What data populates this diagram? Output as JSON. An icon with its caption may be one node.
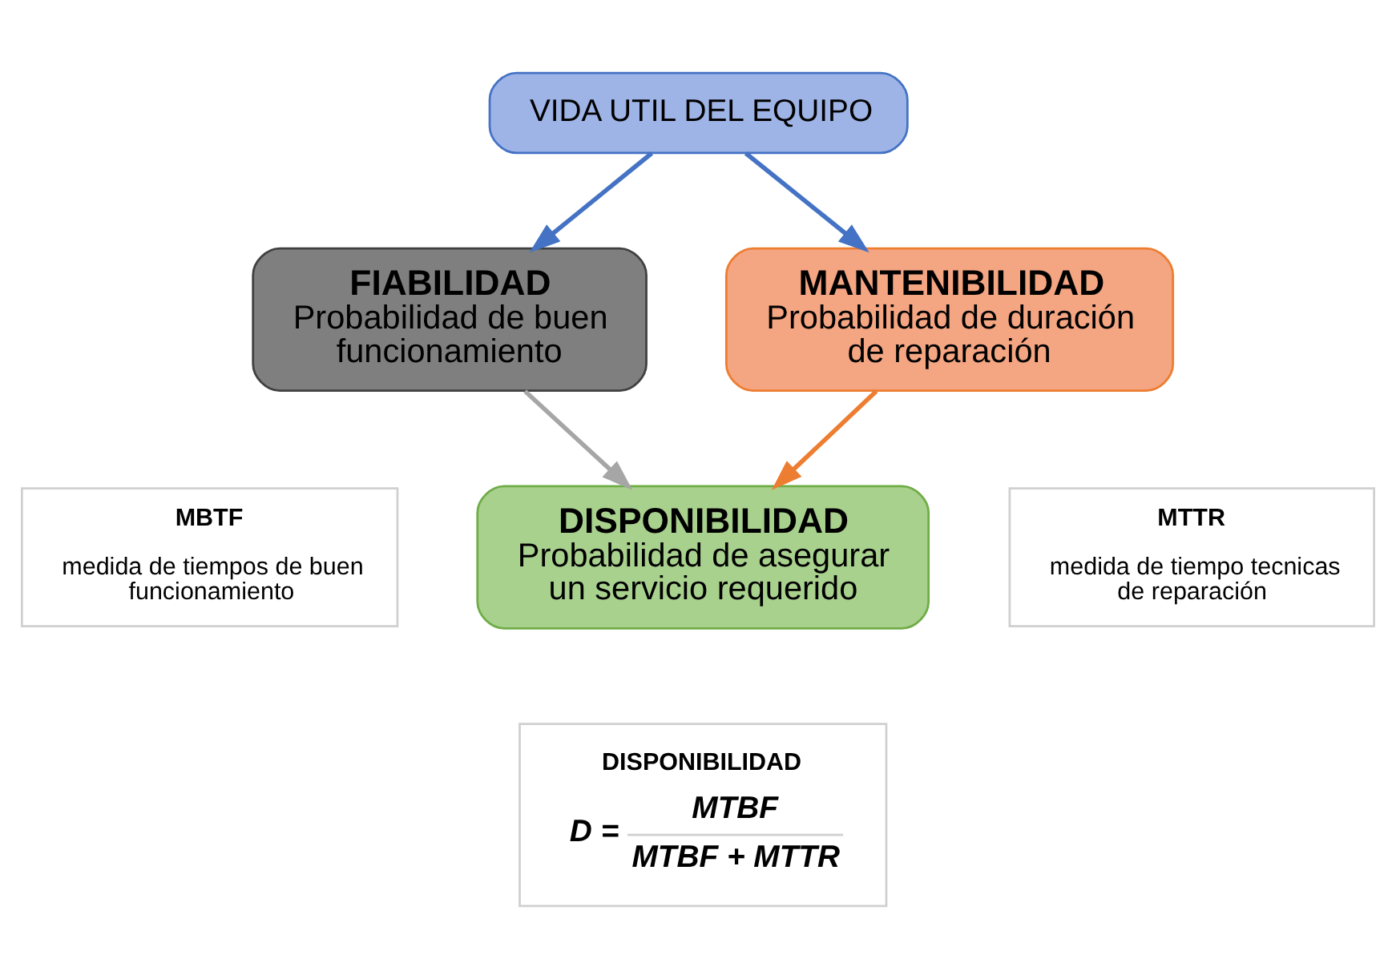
{
  "diagram": {
    "nodes": [
      {
        "text": [
          "VIDA UTIL DEL EQUIPO"
        ]
      },
      {
        "text": [
          "FIABILIDAD",
          "Probabilidad de buen funcionamiento"
        ]
      },
      {
        "text": [
          "MANTENIBILIDAD",
          "Probabilidad de duración de reparación"
        ]
      },
      {
        "text": [
          "MBTF",
          "medida de tiempos de buen funcionamiento"
        ]
      },
      {
        "text": [
          "DISPONIBILIDAD",
          "Probabilidad de asegurar un servicio requerido"
        ]
      },
      {
        "text": [
          "MTTR",
          "medida de tiempo tecnicas de reparación"
        ]
      },
      {
        "text": [
          "DISPONIBILIDAD",
          "D =",
          "MTBF",
          "MTBF + MTTR"
        ]
      }
    ],
    "edges": [
      {
        "from": 0,
        "to": 1,
        "arrow": "to",
        "color": "#4472c4"
      },
      {
        "from": 0,
        "to": 2,
        "arrow": "to",
        "color": "#4472c4"
      },
      {
        "from": 1,
        "to": 4,
        "arrow": "to",
        "color": "#a6a6a6"
      },
      {
        "from": 2,
        "to": 4,
        "arrow": "to",
        "color": "#ed7d31"
      }
    ]
  }
}
